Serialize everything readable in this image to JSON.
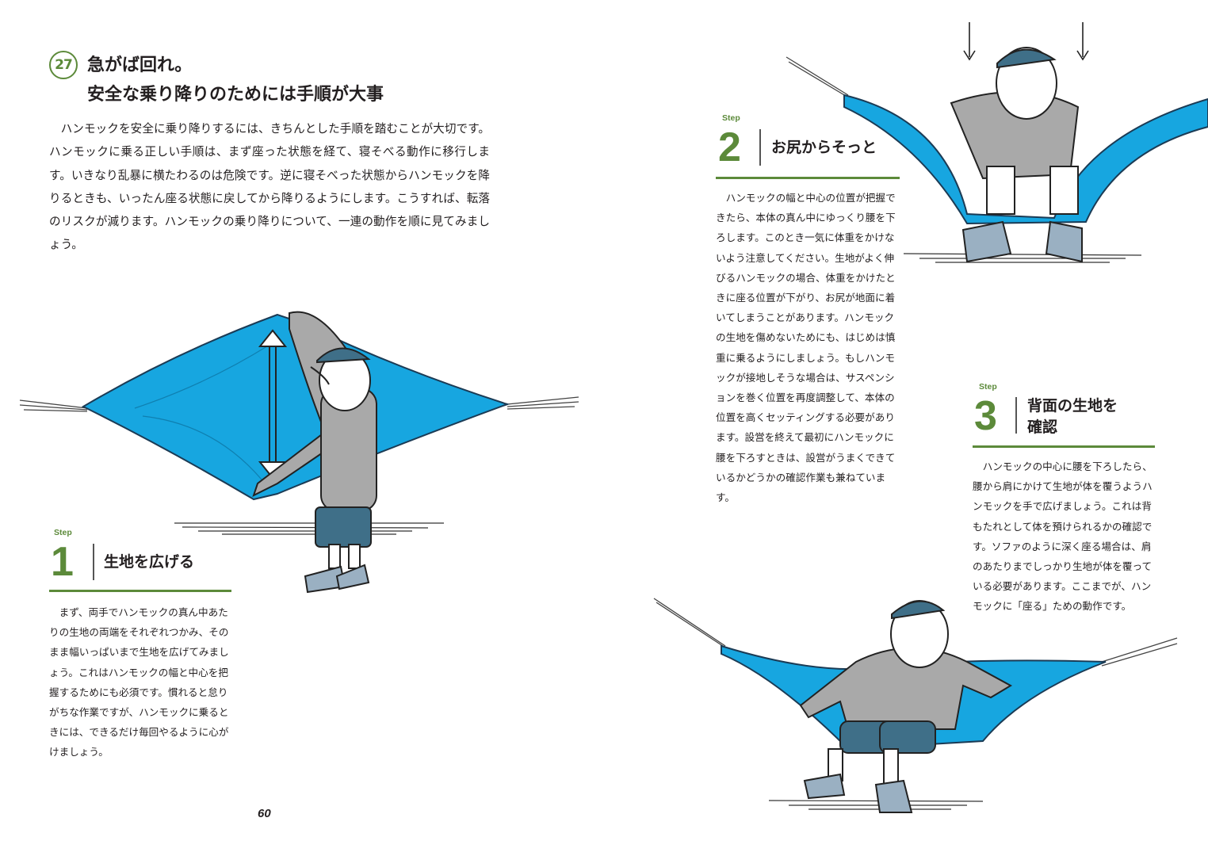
{
  "header": {
    "chapter_number": "27",
    "title_line1": "急がば回れ。",
    "title_line2": "安全な乗り降りのためには手順が大事"
  },
  "intro": {
    "text": "ハンモックを安全に乗り降りするには、きちんとした手順を踏むことが大切です。ハンモックに乗る正しい手順は、まず座った状態を経て、寝そべる動作に移行します。いきなり乱暴に横たわるのは危険です。逆に寝そべった状態からハンモックを降りるときも、いったん座る状態に戻してから降りるようにします。こうすれば、転落のリスクが減ります。ハンモックの乗り降りについて、一連の動作を順に見てみましょう。"
  },
  "steps": [
    {
      "tag": "Step",
      "number": "1",
      "title": "生地を広げる",
      "body": "まず、両手でハンモックの真ん中あたりの生地の両端をそれぞれつかみ、そのまま幅いっぱいまで生地を広げてみましょう。これはハンモックの幅と中心を把握するためにも必須です。慣れると怠りがちな作業ですが、ハンモックに乗るときには、できるだけ毎回やるように心がけましょう。"
    },
    {
      "tag": "Step",
      "number": "2",
      "title": "お尻からそっと",
      "body": "ハンモックの幅と中心の位置が把握できたら、本体の真ん中にゆっくり腰を下ろします。このとき一気に体重をかけないよう注意してください。生地がよく伸びるハンモックの場合、体重をかけたときに座る位置が下がり、お尻が地面に着いてしまうことがあります。ハンモックの生地を傷めないためにも、はじめは慎重に乗るようにしましょう。もしハンモックが接地しそうな場合は、サスペンションを巻く位置を再度調整して、本体の位置を高くセッティングする必要があります。設営を終えて最初にハンモックに腰を下ろすときは、設営がうまくできているかどうかの確認作業も兼ねています。"
    },
    {
      "tag": "Step",
      "number": "3",
      "title_line1": "背面の生地を",
      "title_line2": "確認",
      "body": "ハンモックの中心に腰を下ろしたら、腰から肩にかけて生地が体を覆うようハンモックを手で広げましょう。これは背もたれとして体を預けられるかの確認です。ソファのように深く座る場合は、肩のあたりまでしっかり生地が体を覆っている必要があります。ここまでが、ハンモックに「座る」ための動作です。"
    }
  ],
  "footer": {
    "page_number": "60"
  },
  "colors": {
    "accent_green": "#5c8a3a",
    "hammock_blue": "#17a6e0",
    "shirt_gray": "#a9a9a9",
    "shorts_blue": "#3f6f88"
  }
}
